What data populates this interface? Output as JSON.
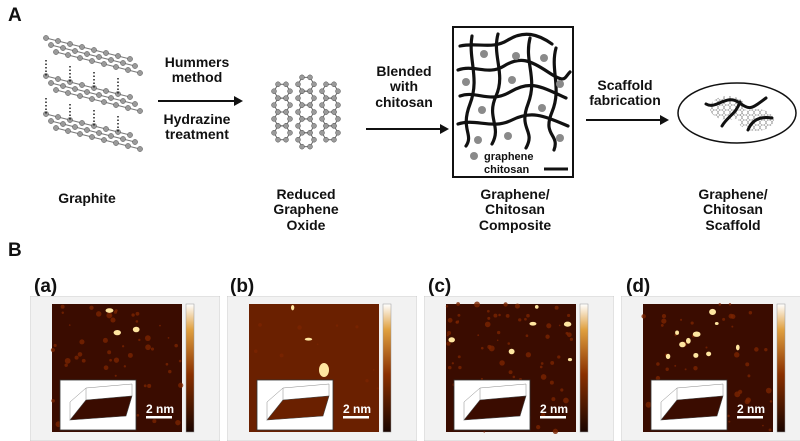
{
  "panel_a": {
    "letter": "A",
    "steps": [
      {
        "label": "Graphite"
      },
      {
        "label": "Reduced Graphene Oxide"
      },
      {
        "label": "Graphene/ Chitosan Composite"
      },
      {
        "label": "Graphene/ Chitosan Scaffold"
      }
    ],
    "arrows": [
      {
        "above": "Hummers method",
        "below": "Hydrazine treatment"
      },
      {
        "above": "Blended with chitosan",
        "below": ""
      },
      {
        "above": "Scaffold fabrication",
        "below": ""
      }
    ],
    "legend": {
      "dot_label": "graphene",
      "line_label": "chitosan"
    }
  },
  "panel_b": {
    "letter": "B",
    "images": [
      {
        "letter": "(a)",
        "scalebar": "2 nm"
      },
      {
        "letter": "(b)",
        "scalebar": "2 nm"
      },
      {
        "letter": "(c)",
        "scalebar": "2 nm"
      },
      {
        "letter": "(d)",
        "scalebar": "2 nm"
      }
    ]
  },
  "colors": {
    "afm_dark": "#3a0c00",
    "afm_mid": "#7a2400",
    "afm_bright": "#ffe6a0",
    "ink": "#111111",
    "dot": "#8a8a8a"
  }
}
